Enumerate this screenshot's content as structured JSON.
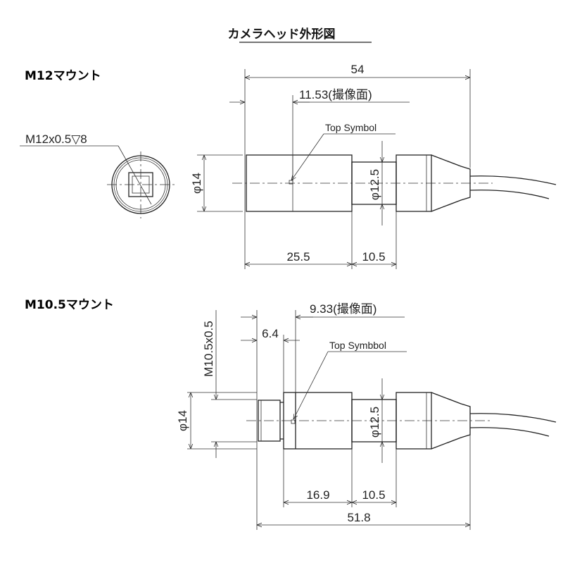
{
  "title": "カメラヘッド外形図",
  "m12": {
    "section_label": "M12マウント",
    "thread_callout": "M12x0.5▽8",
    "total_length": "54",
    "image_plane": "11.53(撮像面)",
    "top_symbol": "Top Symbol",
    "dia_body": "φ14",
    "dia_neck": "φ12.5",
    "len_front": "25.5",
    "len_neck": "10.5"
  },
  "m10": {
    "section_label": "M10.5マウント",
    "thread_callout": "M10.5x0.5",
    "image_plane": "9.33(撮像面)",
    "thread_length": "6.4",
    "top_symbol": "Top Symbbol",
    "dia_body": "φ14",
    "dia_neck": "φ12.5",
    "len_front": "16.9",
    "len_neck": "10.5",
    "total_length": "51.8"
  }
}
